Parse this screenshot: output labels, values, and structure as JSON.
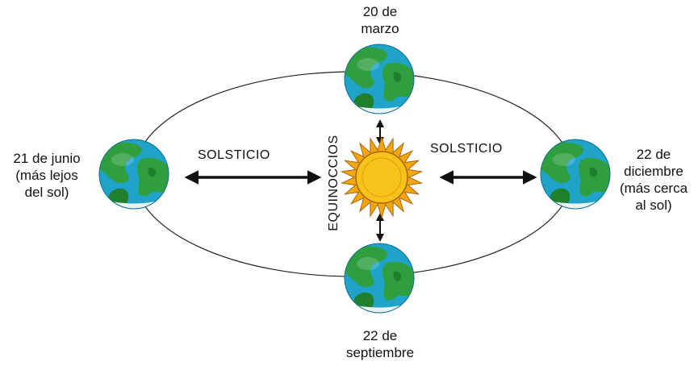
{
  "labels": {
    "top": [
      "20 de",
      "marzo"
    ],
    "bottom": [
      "22 de",
      "septiembre"
    ],
    "left": [
      "21 de junio",
      "(más lejos",
      "del sol)"
    ],
    "right": [
      "22 de",
      "diciembre",
      "(más cerca",
      "al sol)"
    ]
  },
  "words": {
    "solstice_left": "SOLSTICIO",
    "solstice_right": "SOLSTICIO",
    "equinoxes": "EQUINOCCIOS"
  },
  "colors": {
    "ocean": "#1fa3c9",
    "land": "#2e9e3e",
    "land_dark": "#1f7f2d",
    "sun_core": "#f7c21a",
    "sun_rays": "#f2a70f",
    "orbit": "#222222",
    "arrow": "#111111"
  }
}
